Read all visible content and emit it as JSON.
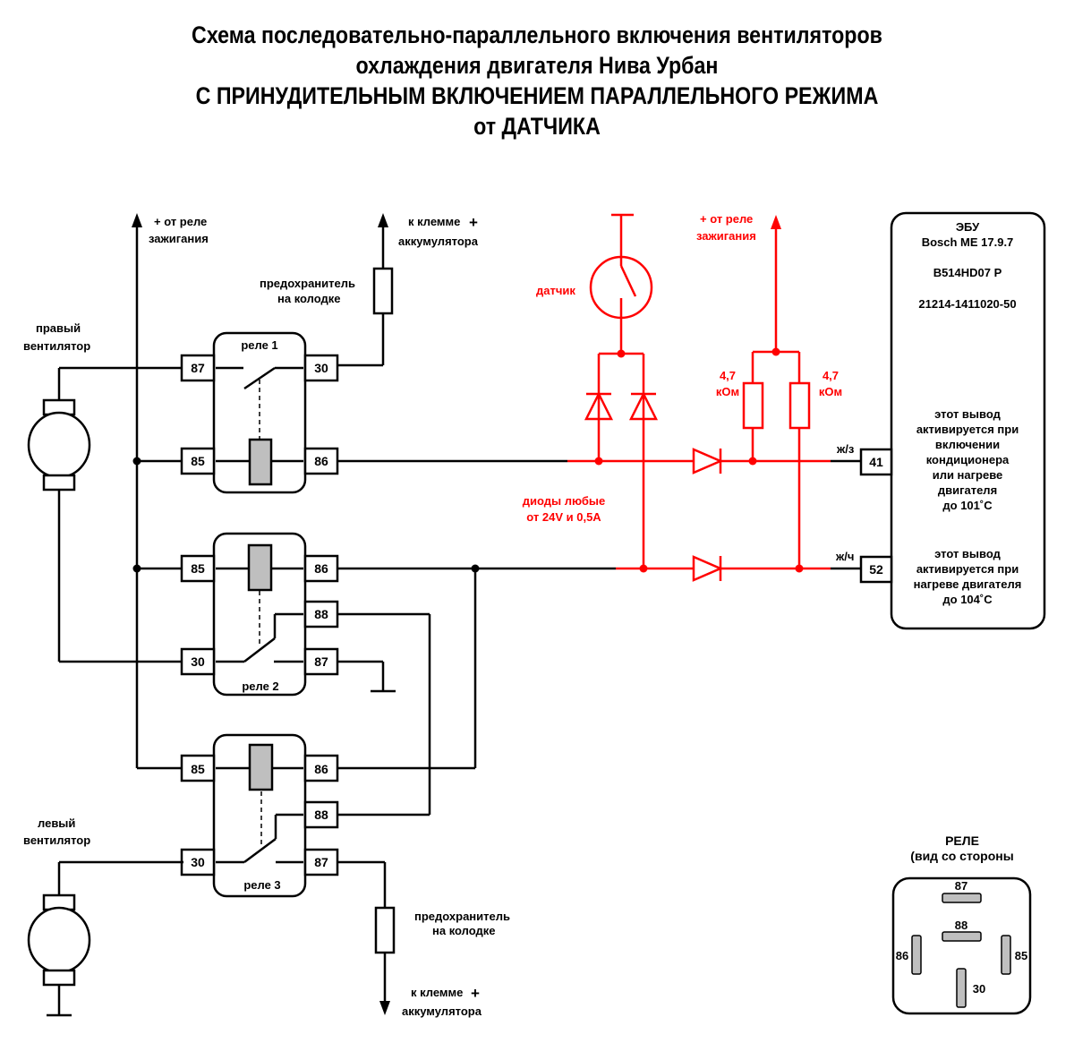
{
  "title": {
    "line1": "Схема последовательно-параллельного включения вентиляторов",
    "line2": "охлаждения двигателя Нива Урбан",
    "line3": "С ПРИНУДИТЕЛЬНЫМ ВКЛЮЧЕНИЕМ ПАРАЛЛЕЛЬНОГО РЕЖИМА",
    "line4": "от ДАТЧИКА"
  },
  "labels": {
    "ignition_plus_1": "+ от реле",
    "ignition_plus_2": "зажигания",
    "battery_1": "к клемме",
    "battery_plus": "+",
    "battery_2": "аккумулятора",
    "fuse_1": "предохранитель",
    "fuse_2": "на колодке",
    "right_fan_1": "правый",
    "right_fan_2": "вентилятор",
    "left_fan_1": "левый",
    "left_fan_2": "вентилятор",
    "sensor": "датчик",
    "resistor_value_1": "4,7",
    "resistor_unit": "кОм",
    "diodes_note_1": "диоды любые",
    "diodes_note_2": "от 24V и 0,5А",
    "wire_41": "ж/з",
    "wire_52": "ж/ч"
  },
  "relays": [
    {
      "name": "реле 1",
      "pins": {
        "left_top": "87",
        "right_top": "30",
        "left_bottom": "85",
        "right_bottom": "86"
      }
    },
    {
      "name": "реле 2",
      "pins": {
        "p85": "85",
        "p86": "86",
        "p88": "88",
        "p30": "30",
        "p87": "87"
      }
    },
    {
      "name": "реле 3",
      "pins": {
        "p85": "85",
        "p86": "86",
        "p88": "88",
        "p30": "30",
        "p87": "87"
      }
    }
  ],
  "ecu": {
    "line1": "ЭБУ",
    "line2": "Bosch ME 17.9.7",
    "line3": "B514HD07 P",
    "line4": "21214-1411020-50",
    "pin41": "41",
    "pin52": "52",
    "note41": [
      "этот вывод",
      "активируется при",
      "включении",
      "кондиционера",
      "или нагреве",
      "двигателя",
      "до 101˚С"
    ],
    "note52": [
      "этот вывод",
      "активируется при",
      "нагреве двигателя",
      "до 104˚С"
    ]
  },
  "relay_pinout": {
    "title_1": "РЕЛЕ",
    "title_2": "(вид со стороны",
    "pins": {
      "p87": "87",
      "p88": "88",
      "p86": "86",
      "p85": "85",
      "p30": "30"
    }
  },
  "colors": {
    "added_circuit": "#ff0000",
    "wiring": "#000000",
    "coil_fill": "#bfbfbf"
  }
}
